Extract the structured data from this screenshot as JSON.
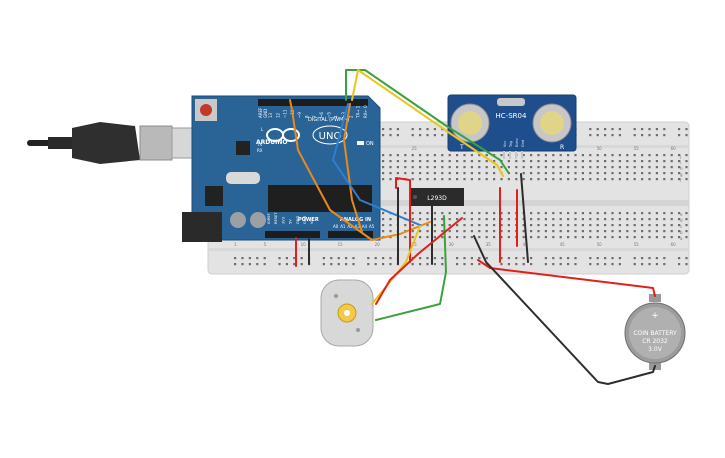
{
  "arduino": {
    "brand": "ARDUINO",
    "model": "UNO",
    "digital_header": "DIGITAL (PWM~)",
    "power_label": "POWER",
    "analog_label": "ANALOG IN",
    "on_label": "ON",
    "led_labels": [
      "L",
      "TX",
      "RX"
    ],
    "aref_labels": [
      "AREF",
      "GND"
    ],
    "digital_pins": [
      "13",
      "12",
      "~11",
      "~10",
      "~9",
      "8",
      "7",
      "~6",
      "~5",
      "4",
      "~3",
      "2",
      "TX→ 1",
      "RX← 0"
    ],
    "power_pins": [
      "IOREF",
      "RESET",
      "3V3",
      "5V",
      "GND",
      "GND",
      "Vin"
    ],
    "analog_pins": [
      "A0",
      "A1",
      "A2",
      "A3",
      "A4",
      "A5"
    ],
    "board_color": "#2a6496"
  },
  "ultrasonic": {
    "label": "HC-SR04",
    "pins": [
      "Vcc",
      "Trig",
      "Echo",
      "Gnd"
    ],
    "side_left": "T",
    "side_right": "R",
    "board_color": "#1f4e8c"
  },
  "chip": {
    "label": "L293D"
  },
  "battery": {
    "lines": [
      "COIN BATTERY",
      "CR 2032",
      "3.0V"
    ],
    "plus": "+"
  },
  "breadboard": {
    "column_numbers": [
      "1",
      "5",
      "10",
      "15",
      "20",
      "25",
      "30",
      "35",
      "40",
      "45",
      "50",
      "55",
      "60"
    ],
    "row_letters_top": [
      "j",
      "i",
      "h",
      "g",
      "f"
    ],
    "row_letters_bottom": [
      "e",
      "d",
      "c",
      "b",
      "a"
    ]
  },
  "wire_colors": {
    "red": "#e0201b",
    "black": "#2d2d2d",
    "green": "#3aa23a",
    "yellow": "#e8c51c",
    "orange": "#e8891c",
    "blue": "#2f7fd0"
  }
}
